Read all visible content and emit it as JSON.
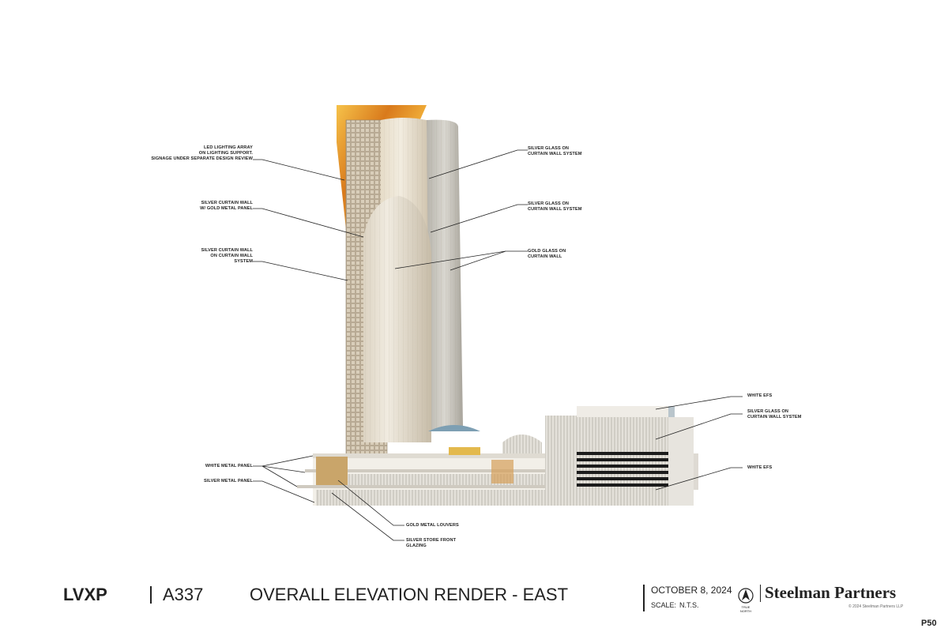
{
  "callouts": {
    "led_array": "LED LIGHTING ARRAY\nON LIGHTING SUPPORT.\nSIGNAGE UNDER SEPARATE DESIGN REVIEW",
    "silver_cw_gold": "SILVER CURTAIN WALL\nW/ GOLD METAL PANEL",
    "silver_cw_system": "SILVER CURTAIN WALL\nON CURTAIN WALL\nSYSTEM",
    "silver_glass_1": "SILVER GLASS ON\nCURTAIN WALL SYSTEM",
    "silver_glass_2": "SILVER GLASS ON\nCURTAIN WALL SYSTEM",
    "gold_glass": "GOLD GLASS ON\nCURTAIN WALL",
    "white_efs_1": "WHITE EFS",
    "silver_glass_3": "SILVER GLASS ON\nCURTAIN WALL SYSTEM",
    "white_efs_2": "WHITE EFS",
    "white_metal_panel": "WHITE METAL PANEL",
    "silver_metal_panel": "SILVER METAL PANEL",
    "gold_louvers": "GOLD METAL LOUVERS",
    "silver_storefront": "SILVER STORE FRONT\nGLAZING"
  },
  "titleblock": {
    "project": "LVXP",
    "sheet_number": "A337",
    "sheet_title": "OVERALL ELEVATION RENDER - EAST",
    "date": "OCTOBER 8, 2024",
    "scale_label": "SCALE:",
    "scale_value": "N.T.S.",
    "north_label": "TRUE\nNORTH",
    "firm": "Steelman Partners",
    "copyright": "© 2024 Steelman Partners LLP",
    "page": "P50"
  }
}
